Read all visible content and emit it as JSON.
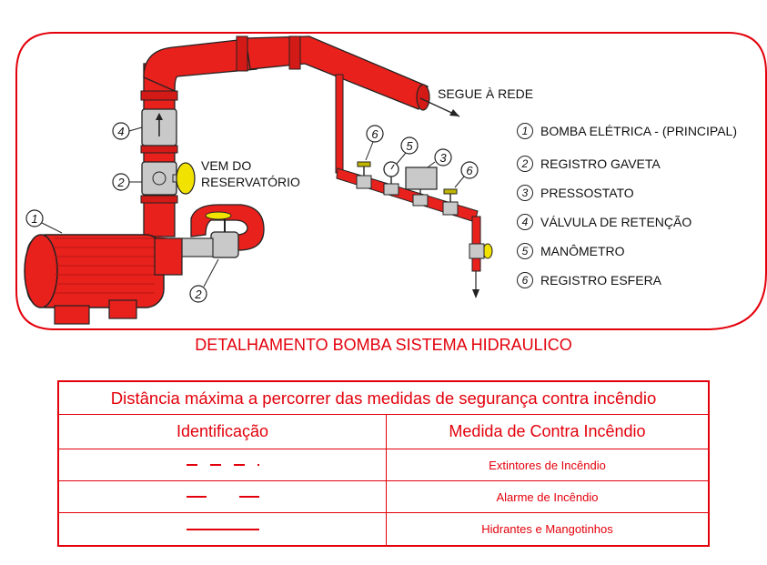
{
  "diagram": {
    "annotations": {
      "segue_rede": "SEGUE À REDE",
      "vem_do": "VEM DO",
      "reservatorio": "RESERVATÓRIO"
    },
    "callouts": [
      "1",
      "2",
      "2",
      "4",
      "6",
      "5",
      "3",
      "6"
    ],
    "legend": [
      {
        "num": "1",
        "label": "BOMBA ELÉTRICA - (PRINCIPAL)"
      },
      {
        "num": "2",
        "label": "REGISTRO GAVETA"
      },
      {
        "num": "3",
        "label": "PRESSOSTATO"
      },
      {
        "num": "4",
        "label": "VÁLVULA DE RETENÇÃO"
      },
      {
        "num": "5",
        "label": "MANÔMETRO"
      },
      {
        "num": "6",
        "label": "REGISTRO ESFERA"
      }
    ],
    "caption": "DETALHAMENTO BOMBA SISTEMA HIDRAULICO",
    "colors": {
      "pipe": "#e8211d",
      "frame": "#e3000b",
      "valve": "#c9c9c9",
      "handle": "#f2e200"
    }
  },
  "table": {
    "title": "Distância máxima a percorrer das medidas de segurança contra incêndio",
    "col_identificacao": "Identificação",
    "col_medida": "Medida de Contra Incêndio",
    "rows": [
      {
        "line_style": "long-dash",
        "medida": "Extintores de Incêndio"
      },
      {
        "line_style": "dash",
        "medida": "Alarme de Incêndio"
      },
      {
        "line_style": "solid",
        "medida": "Hidrantes e Mangotinhos"
      }
    ]
  }
}
